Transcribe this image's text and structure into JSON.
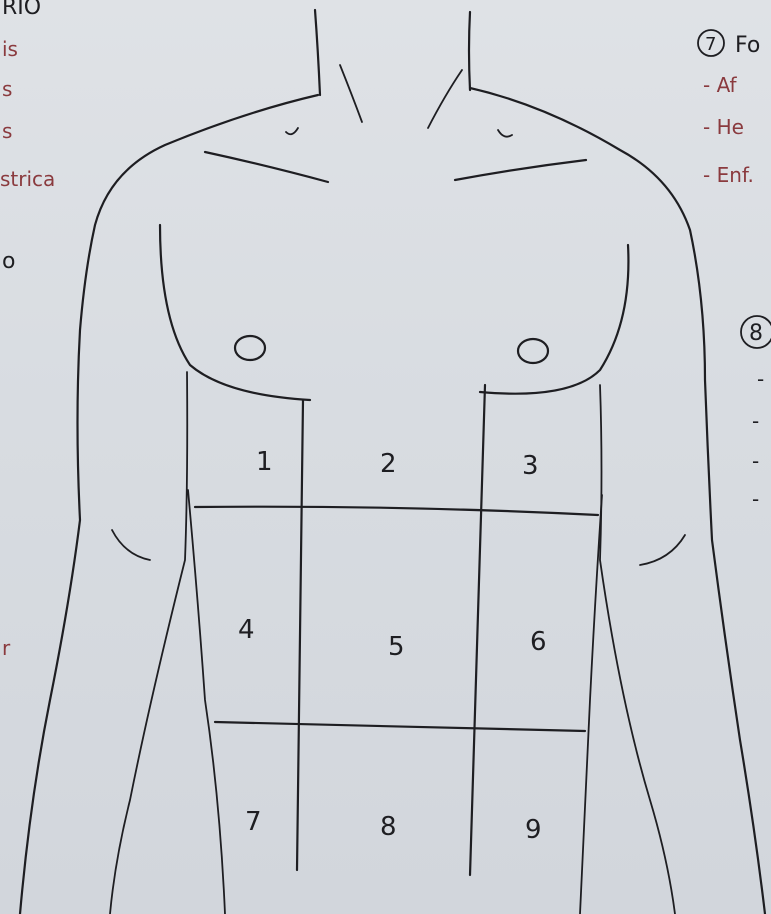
{
  "left_margin_notes": [
    {
      "text": "RIO"
    },
    {
      "text": "is"
    },
    {
      "text": "s"
    },
    {
      "text": "s"
    },
    {
      "text": "strica"
    },
    {
      "text": "o"
    },
    {
      "text": "r"
    }
  ],
  "right_margin_notes": {
    "section_7": {
      "marker": "7",
      "title": "Fo"
    },
    "section_7_items": [
      "- Af",
      "- He",
      "- Enf."
    ],
    "section_8": {
      "marker": "8"
    },
    "section_8_items": [
      "-",
      "-",
      "-",
      "-"
    ]
  },
  "abdominal_regions": [
    "1",
    "2",
    "3",
    "4",
    "5",
    "6",
    "7",
    "8",
    "9"
  ],
  "colors": {
    "ink": "#1e1e22",
    "red_ink": "#8a3a3e",
    "paper": "#dcdfe3"
  }
}
